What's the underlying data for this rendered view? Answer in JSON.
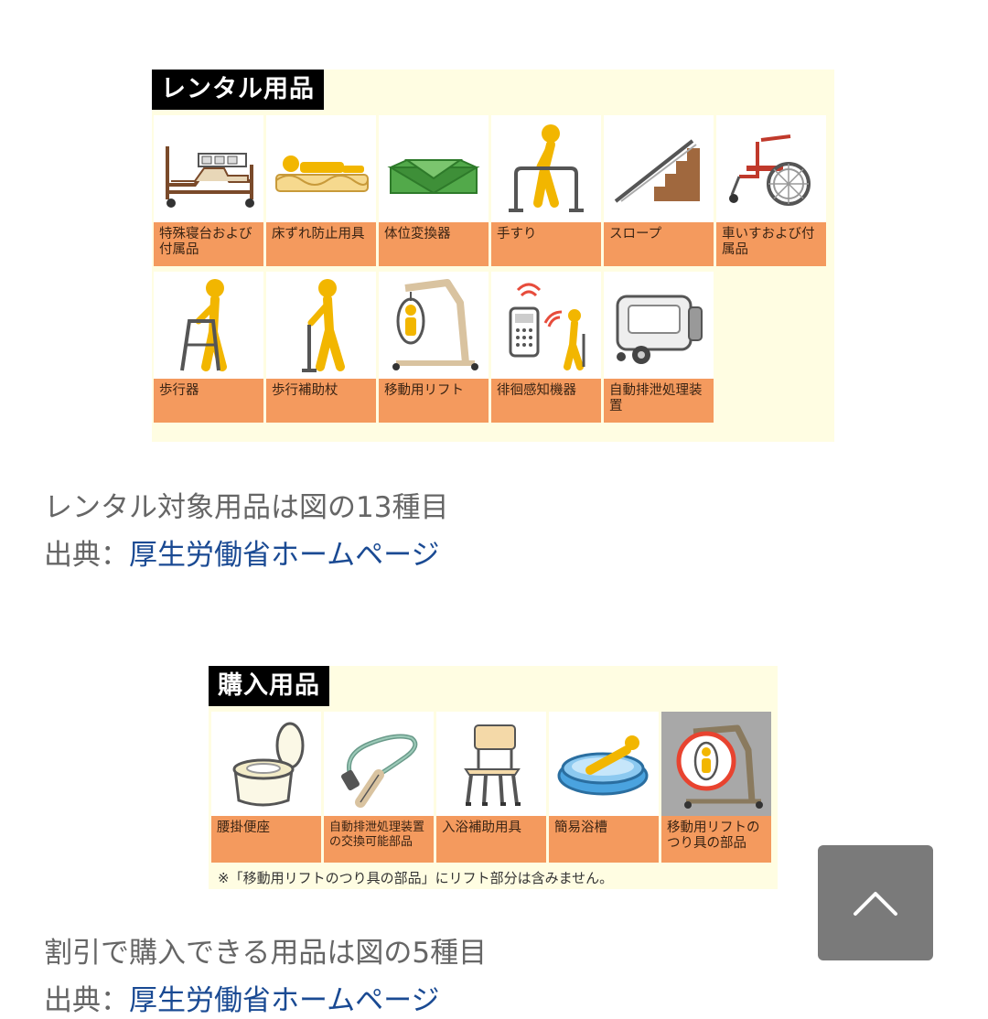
{
  "rental": {
    "title": "レンタル用品",
    "items": [
      {
        "label": "特殊寝台および付属品",
        "icon": "bed-icon"
      },
      {
        "label": "床ずれ防止用具",
        "icon": "mattress-icon"
      },
      {
        "label": "体位変換器",
        "icon": "positioning-cushion-icon"
      },
      {
        "label": "手すり",
        "icon": "handrail-icon"
      },
      {
        "label": "スロープ",
        "icon": "slope-icon"
      },
      {
        "label": "車いすおよび付属品",
        "icon": "wheelchair-icon"
      },
      {
        "label": "歩行器",
        "icon": "walker-icon"
      },
      {
        "label": "歩行補助杖",
        "icon": "cane-icon"
      },
      {
        "label": "移動用リフト",
        "icon": "patient-lift-icon"
      },
      {
        "label": "徘徊感知機器",
        "icon": "wandering-sensor-icon"
      },
      {
        "label": "自動排泄処理装置",
        "icon": "auto-excretion-device-icon"
      }
    ],
    "caption": "レンタル対象用品は図の13種目",
    "source_prefix": "出典：",
    "source_link": "厚生労働省ホームページ"
  },
  "purchase": {
    "title": "購入用品",
    "items": [
      {
        "label": "腰掛便座",
        "icon": "toilet-seat-icon"
      },
      {
        "label": "自動排泄処理装置の交換可能部品",
        "icon": "replacement-parts-icon"
      },
      {
        "label": "入浴補助用具",
        "icon": "bath-chair-icon"
      },
      {
        "label": "簡易浴槽",
        "icon": "portable-bathtub-icon"
      },
      {
        "label": "移動用リフトのつり具の部品",
        "icon": "lift-sling-icon"
      }
    ],
    "note": "※「移動用リフトのつり具の部品」にリフト部分は含みません。",
    "caption": "割引で購入できる用品は図の5種目",
    "source_prefix": "出典：",
    "source_link": "厚生労働省ホームページ"
  },
  "colors": {
    "label_bg": "#f49a5e",
    "figure_bg": "#fffde2",
    "link": "#1a4a93",
    "person": "#f2b600"
  },
  "scroll_top_icon": "chevron-up-icon"
}
